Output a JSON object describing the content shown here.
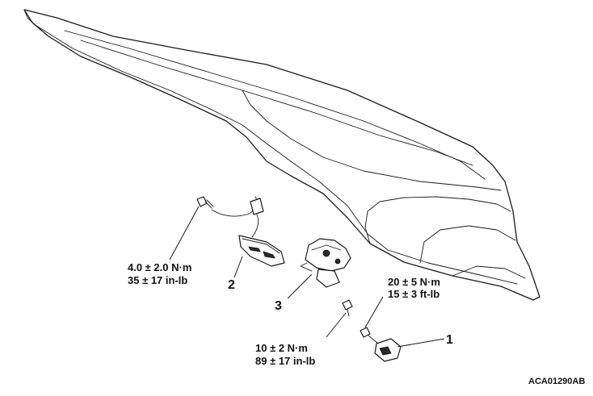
{
  "diagram": {
    "figure_code": "ACA01290AB",
    "callouts": [
      "1",
      "2",
      "3"
    ],
    "torque_specs": [
      {
        "metric": "4.0 ± 2.0 N·m",
        "imperial": "35 ± 17 in-lb"
      },
      {
        "metric": "20 ± 5 N·m",
        "imperial": "15 ± 3 ft-lb"
      },
      {
        "metric": "10 ± 2 N·m",
        "imperial": "89 ± 17 in-lb"
      }
    ]
  }
}
